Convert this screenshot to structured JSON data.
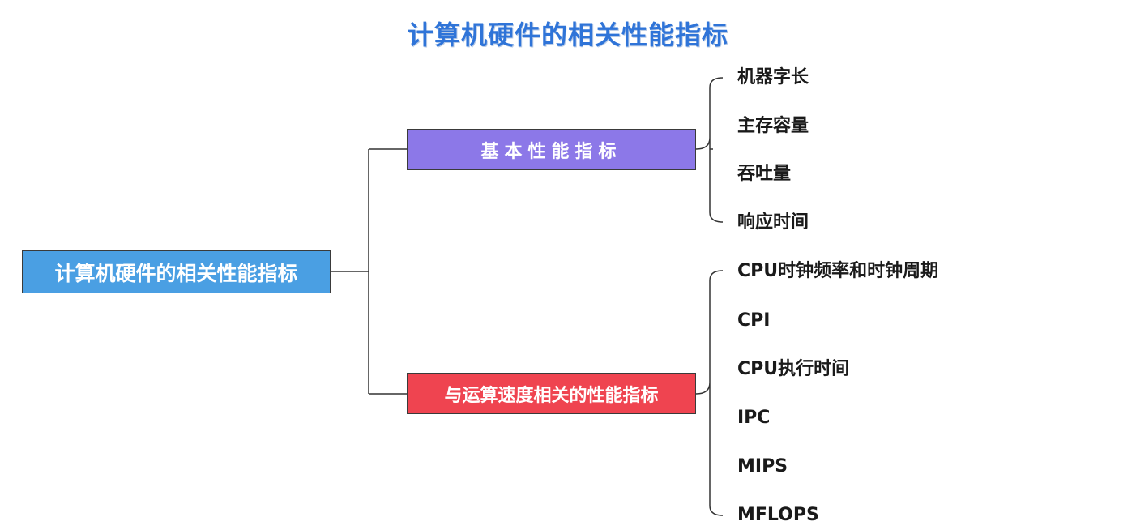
{
  "title": "计算机硬件的相关性能指标",
  "mindmap": {
    "root": {
      "label": "计算机硬件的相关性能指标"
    },
    "branches": [
      {
        "label": "基本性能指标",
        "color": "#8c78e8",
        "items": [
          "机器字长",
          "主存容量",
          "吞吐量",
          "响应时间"
        ]
      },
      {
        "label": "与运算速度相关的性能指标",
        "color": "#ef4450",
        "items": [
          "CPU时钟频率和时钟周期",
          "CPI",
          "CPU执行时间",
          "IPC",
          "MIPS",
          "MFLOPS"
        ]
      }
    ]
  },
  "colors": {
    "title": "#2f74d8",
    "root": "#4a9fe3",
    "line": "#333333"
  }
}
